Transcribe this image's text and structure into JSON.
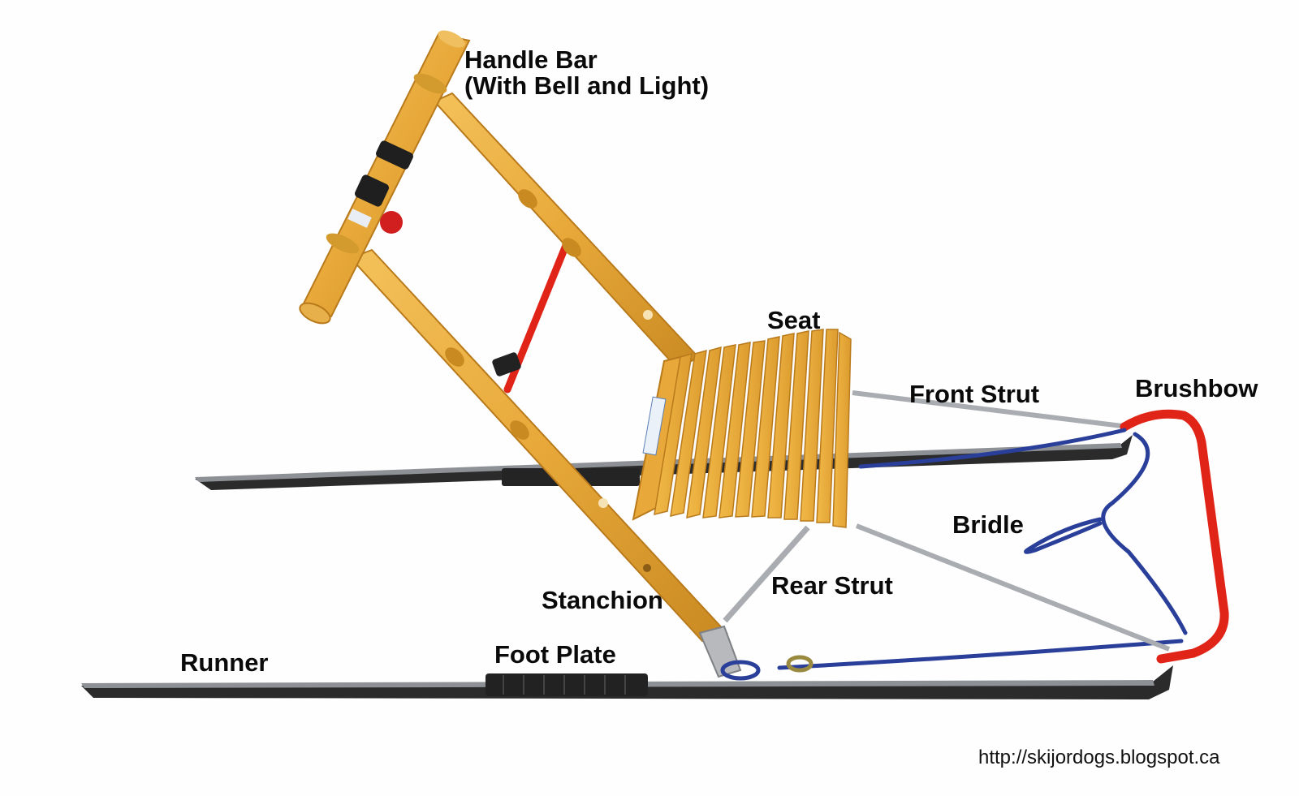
{
  "labels": {
    "handle_bar_line1": "Handle Bar",
    "handle_bar_line2": "(With Bell and Light)",
    "seat": "Seat",
    "front_strut": "Front Strut",
    "brushbow": "Brushbow",
    "bridle": "Bridle",
    "rear_strut": "Rear Strut",
    "stanchion": "Stanchion",
    "runner": "Runner",
    "foot_plate": "Foot Plate"
  },
  "source_url": "http://skijordogs.blogspot.ca",
  "colors": {
    "wood": "#e8a93a",
    "wood_dark": "#b97a1c",
    "metal": "#a9adb2",
    "runner": "#2b2b2b",
    "red": "#e02418",
    "rope": "#2a3f9a"
  }
}
